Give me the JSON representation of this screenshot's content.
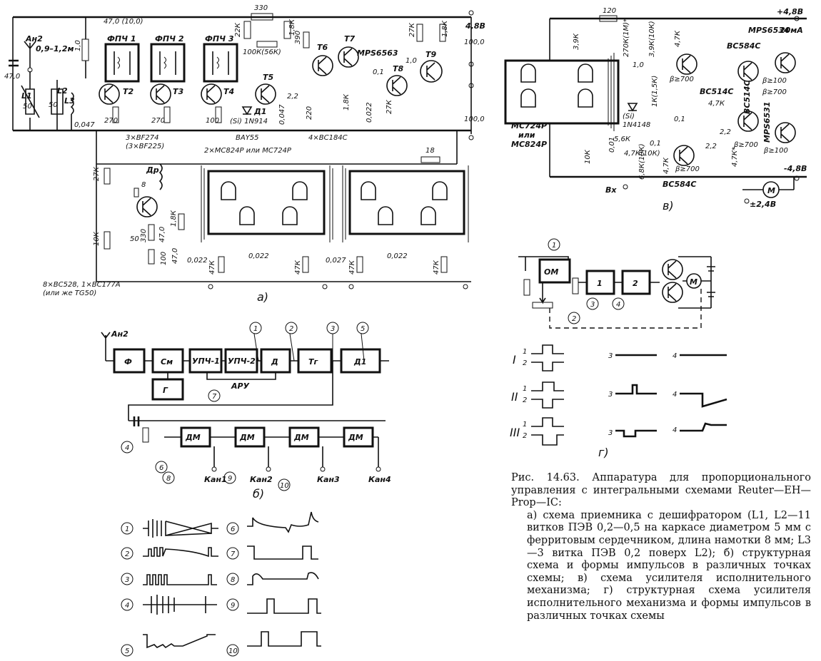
{
  "schematic_a": {
    "caption": "а)",
    "antenna": "Ан2",
    "antenna_len": "0,9–1,2м",
    "l1": "L1",
    "l2": "L2",
    "l3": "L3",
    "c_in": "47,0",
    "c50a": "50",
    "c50b": "50",
    "r_1k": "1,0",
    "c47_10": "47,0 (10,0)",
    "fpch1": "ФПЧ 1",
    "fpch2": "ФПЧ 2",
    "fpch3": "ФПЧ 3",
    "r330": "330",
    "r22k": "22К",
    "r18k": "1,8К",
    "r390": "390",
    "r100k": "100К(56К)",
    "t2": "T2",
    "t3": "T3",
    "t4": "T4",
    "t5": "T5",
    "t6": "T6",
    "t7": "T7",
    "t8": "T8",
    "t9": "T9",
    "mps6563": "MPS6563",
    "r270a": "270",
    "r270b": "270",
    "r100": "100",
    "c0047": "0,047",
    "d1": "Д1",
    "si": "(Si) 1N914",
    "bay55": "BAY55",
    "c22": "2,2",
    "r220": "220",
    "c0047b": "0,047",
    "c01": "0,1",
    "r18k2": "1,8К",
    "c0022": "0,022",
    "r27k": "27К",
    "c10": "1,0",
    "r27k2": "27К",
    "r18k3": "1,8К",
    "v48": "4,8В",
    "c100a": "100,0",
    "c100b": "100,0",
    "bc184": "4×BC184C",
    "bf274": "3×BF274",
    "bf225": "(3×BF225)",
    "mc824": "2×MC824P или MC724P",
    "r18": "18",
    "r27k3": "27К",
    "dr": "Др",
    "q8": "8",
    "r10k": "10К",
    "c50c": "50",
    "r330b": "330",
    "c47b": "47,0",
    "r100b": "100",
    "r18k4": "1,8К",
    "c47c": "47,0",
    "c0022a": "0,022",
    "r47ka": "47К",
    "c0022b": "0,022",
    "r47kb": "47К",
    "c0027": "0,027",
    "r47kc": "47К",
    "c0022c": "0,022",
    "r47kd": "47К",
    "bc528": "8×BC528, 1×BC177A",
    "tg50": "(или же TG50)"
  },
  "schematic_v": {
    "caption": "в)",
    "r120": "120",
    "v48": "+4,8В",
    "ma20": "20мА",
    "r39k": "3,9К",
    "r270k": "270К(1М)*",
    "r39k10": "3,9К(10К)",
    "r47k": "4,7К",
    "c1": "1,0",
    "bc514": "BC514C",
    "beta700": "β≥700",
    "mps6534": "MPS6534",
    "bc584a": "BC584C",
    "bc514b": "BC514C",
    "beta100": "β≥100",
    "beta700b": "β≥700",
    "d_si": "(Si)",
    "d1n4148": "1N4148",
    "r1k5": "1К(1,5К)",
    "r47kb": "4,7К",
    "mps6531": "MPS6531",
    "c01a": "0,1",
    "r56k": "5,6К",
    "r47k10": "4,7К(10К)",
    "c22a": "2,2",
    "c22b": "2,2",
    "beta700c": "β≥700",
    "r47ks": "4,7К*",
    "beta100b": "β≥100",
    "mc724": "MC724P",
    "ili": "или",
    "mc824": "MC824P",
    "r10k": "10К",
    "c001": "0,01",
    "r68k": "6,8К(10К)",
    "c01b": "0,1",
    "r47kc": "4,7К",
    "beta700d": "β≥700",
    "bc584b": "BC584C",
    "vx": "Вх",
    "vminus": "-4,8В",
    "motor": "М",
    "v24": "±2,4В"
  },
  "block_b": {
    "caption": "б)",
    "antenna": "Ан2",
    "blocks": [
      "Ф",
      "См",
      "УПЧ-1",
      "УПЧ-2",
      "Д",
      "Тг",
      "Д1",
      "Г"
    ],
    "aru": "АРУ",
    "points": [
      "1",
      "2",
      "3",
      "5",
      "7",
      "4",
      "6",
      "8",
      "9",
      "10"
    ],
    "dm": "ДМ",
    "channels": [
      "Кан1",
      "Кан2",
      "Кан3",
      "Кан4"
    ]
  },
  "waveforms_b": {
    "labels_left": [
      "1",
      "2",
      "3",
      "4",
      "5"
    ],
    "labels_right": [
      "6",
      "7",
      "8",
      "9",
      "10"
    ]
  },
  "block_g": {
    "caption": "г)",
    "om": "ОМ",
    "b1": "1",
    "b2": "2",
    "motor": "M",
    "points": [
      "1",
      "2",
      "3",
      "4"
    ],
    "rows": [
      "I",
      "II",
      "III"
    ],
    "pulse_labels": [
      "1",
      "2"
    ],
    "col3": "3",
    "col4": "4"
  },
  "caption": {
    "title": "Рис. 14.63. Аппаратура для пропорционального управления с интегральными схемами Reuter—EH—Prop—IC:",
    "a": "а) схема приемника с дешифратором (L1, L2—11 витков ПЭВ 0,2—0,5 на каркасе диаметром 5 мм с ферритовым сердечником, длина намотки 8 мм; L3—3 витка ПЭВ 0,2 поверх L2); б) структурная схема и формы импульсов в различных точках схемы; в) схема усилителя исполнительного механизма; г) структурная схема усилителя исполнительного механизма и формы импульсов в различных точках схемы"
  }
}
